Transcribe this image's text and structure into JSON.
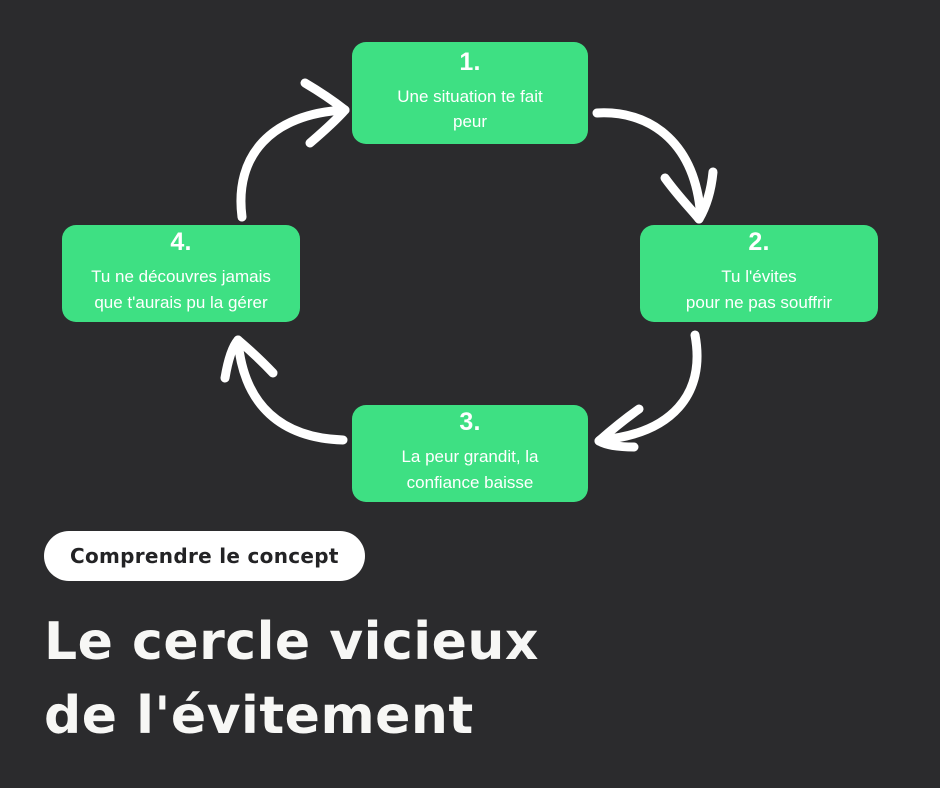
{
  "theme": {
    "background": "#2b2b2d",
    "accent_green": "#3ee083",
    "box_text": "#ffffff",
    "arrow_color": "#ffffff",
    "pill_background": "#ffffff",
    "pill_text": "#232325",
    "headline_text": "#f7f7f5"
  },
  "diagram": {
    "type": "cycle",
    "direction": "clockwise",
    "step_count": 4,
    "steps": [
      {
        "number": "1.",
        "text": "Une situation te fait\npeur",
        "position": "top"
      },
      {
        "number": "2.",
        "text": "Tu l'évites\npour ne pas souffrir",
        "position": "right"
      },
      {
        "number": "3.",
        "text": "La peur grandit, la\nconfiance baisse",
        "position": "bottom"
      },
      {
        "number": "4.",
        "text": "Tu ne découvres jamais\nque t'aurais pu la gérer",
        "position": "left"
      }
    ],
    "arrows": [
      {
        "name": "arrow-1-to-2",
        "from": "1",
        "to": "2",
        "style": "hand-drawn-curve"
      },
      {
        "name": "arrow-2-to-3",
        "from": "2",
        "to": "3",
        "style": "hand-drawn-curve"
      },
      {
        "name": "arrow-3-to-4",
        "from": "3",
        "to": "4",
        "style": "hand-drawn-curve"
      },
      {
        "name": "arrow-4-to-1",
        "from": "4",
        "to": "1",
        "style": "hand-drawn-curve"
      }
    ]
  },
  "caption": {
    "badge_label": "Comprendre le concept",
    "headline": "Le cercle vicieux\nde l'évitement"
  }
}
